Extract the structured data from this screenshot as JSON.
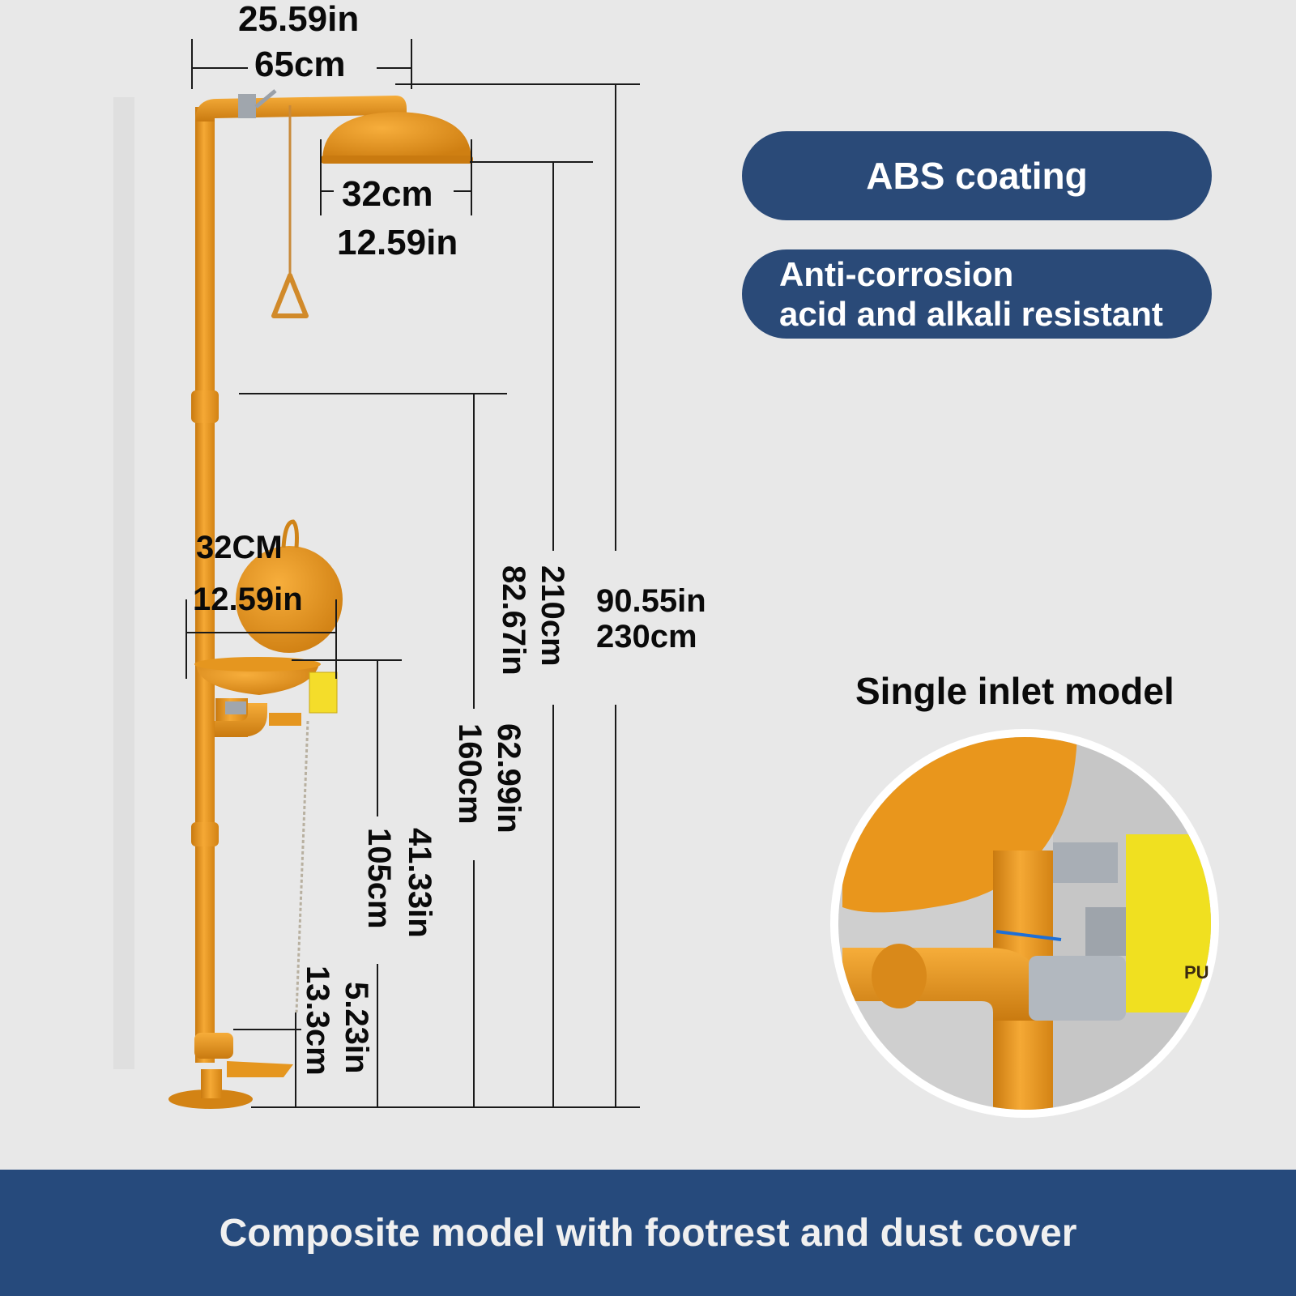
{
  "features": {
    "coating": "ABS coating",
    "resistance_line1": "Anti-corrosion",
    "resistance_line2": "acid and alkali resistant"
  },
  "inset_title": "Single inlet model",
  "banner": "Composite model with footrest and dust cover",
  "inset_sign_text": "PU",
  "dimensions": {
    "arm_width_in": "25.59in",
    "arm_width_cm": "65cm",
    "shower_head_cm": "32cm",
    "shower_head_in": "12.59in",
    "eyewash_cover_cm": "32CM",
    "eyewash_cover_in": "12.59in",
    "total_height_in": "90.55in",
    "total_height_cm": "230cm",
    "shower_height_cm": "210cm",
    "shower_height_in": "82.67in",
    "pull_height_in": "62.99in",
    "pull_height_cm": "160cm",
    "bowl_height_in": "41.33in",
    "bowl_height_cm": "105cm",
    "pedal_height_in": "5.23in",
    "pedal_height_cm": "13.3cm"
  },
  "colors": {
    "body": "#e8e8e8",
    "fixture_orange": "#e8981c",
    "pill_blue": "#2a4a78",
    "banner_blue": "#264a7c",
    "sign_yellow": "#f0e020"
  }
}
